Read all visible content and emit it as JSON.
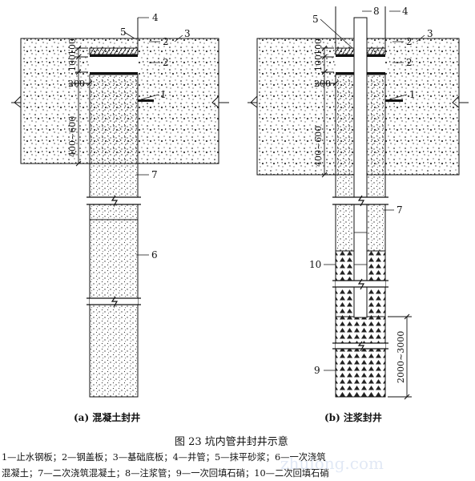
{
  "figure": {
    "title": "图 23   坑内管井封井示意",
    "legend_line1": "1—止水钢板；2—钢盖板；3—基础底板；4—井管；5—抹平砂浆；6—一次浇筑",
    "legend_line2": "混凝土；7—二次浇筑混凝土；8—注浆管；9—一次回填石硝；10—二次回填石硝"
  },
  "panel_a": {
    "caption": "(a) 混凝土封井",
    "dim_100a": "100",
    "dim_100b": "100",
    "dim_200": "200",
    "dim_400_600": "400~600",
    "callouts": {
      "c1": "1",
      "c2a": "2",
      "c2b": "2",
      "c3": "3",
      "c4": "4",
      "c5": "5",
      "c6": "6",
      "c7": "7"
    }
  },
  "panel_b": {
    "caption": "(b) 注浆封井",
    "dim_100a": "100",
    "dim_100b": "100",
    "dim_200": "200",
    "dim_400_600": "400~600",
    "dim_2000_3000": "2000~3000",
    "callouts": {
      "c1": "1",
      "c2a": "2",
      "c2b": "2",
      "c3": "3",
      "c4": "4",
      "c5": "5",
      "c7": "7",
      "c8": "8",
      "c9": "9",
      "c10": "10"
    }
  },
  "watermark": "zhulong.com",
  "colors": {
    "line": "#111111",
    "hatch": "#222222"
  }
}
